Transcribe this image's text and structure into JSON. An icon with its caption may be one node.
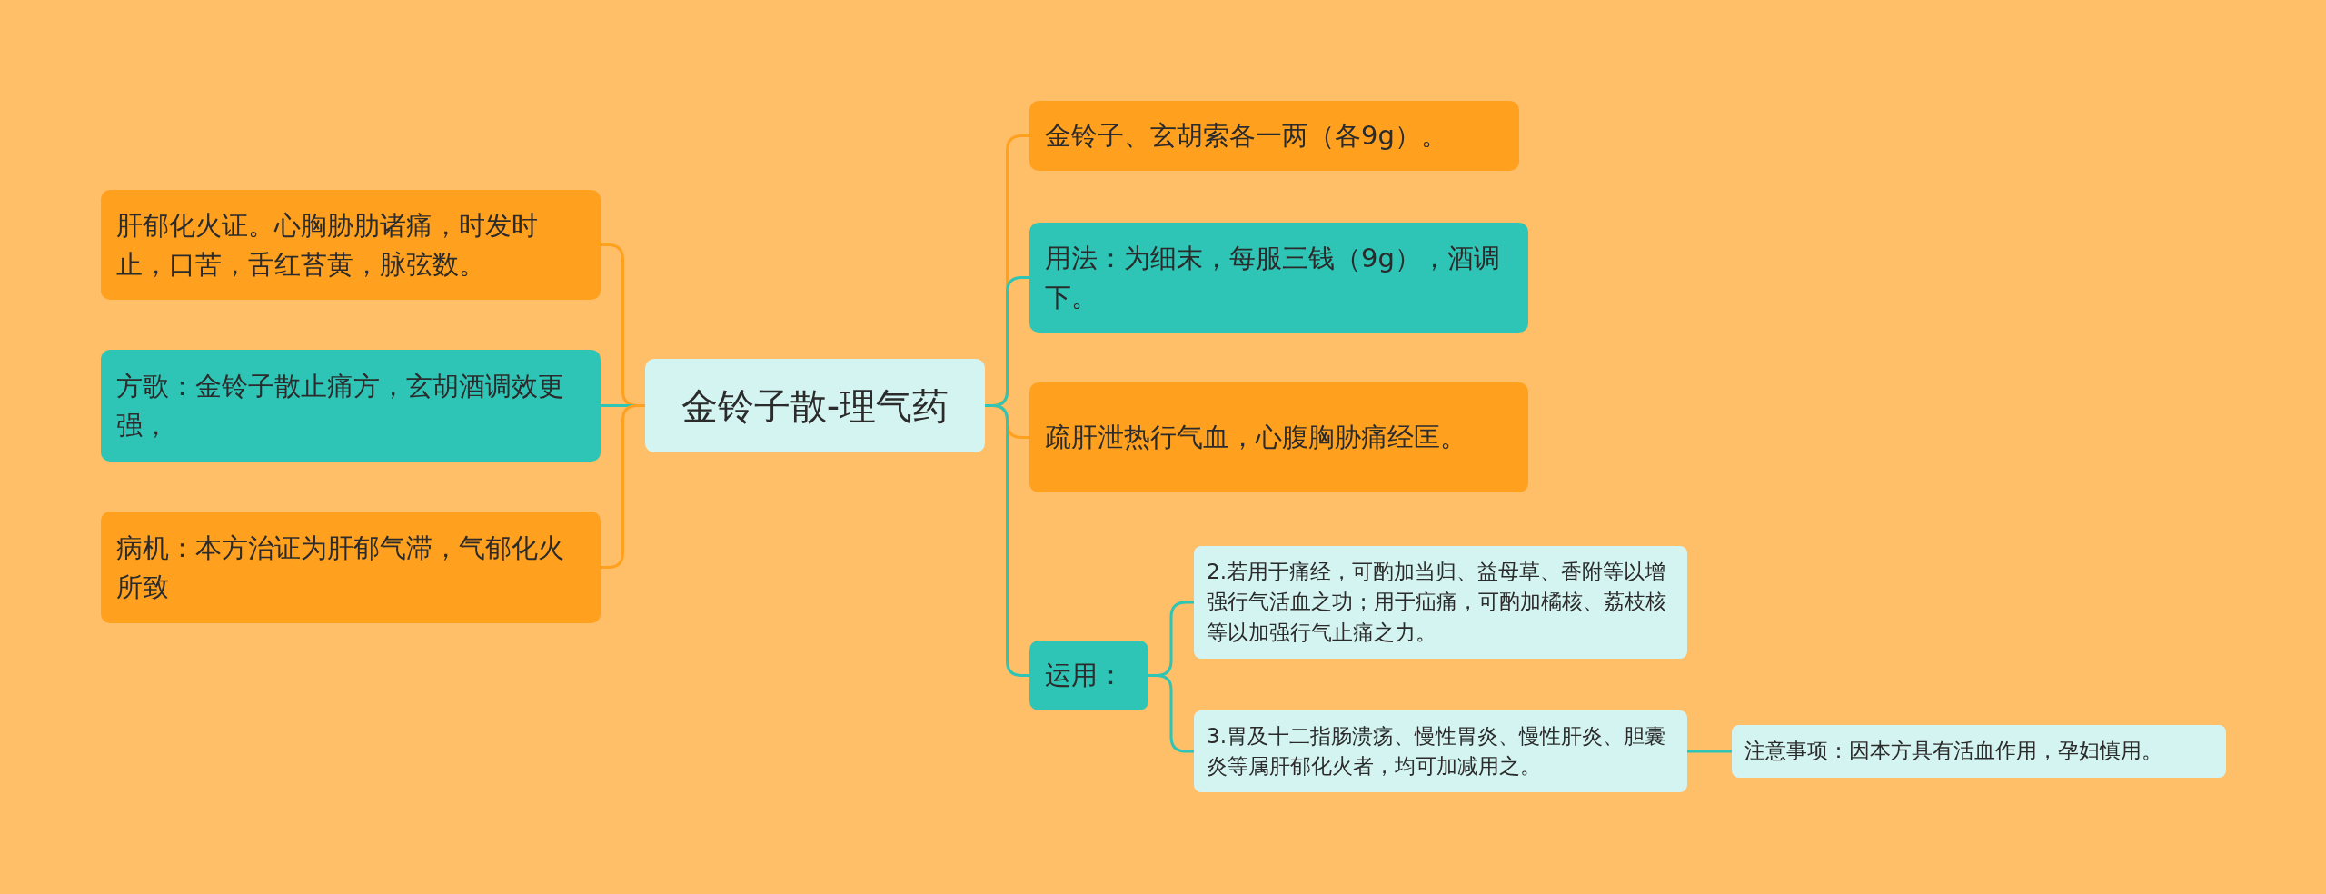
{
  "diagram": {
    "nodes": [
      {
        "text": [
          "金铃子散-理气药"
        ]
      },
      {
        "text": [
          "肝郁化火证。心胸胁肋诸痛，时发时止，口苦，舌红苔黄，脉弦数。"
        ]
      },
      {
        "text": [
          "方歌：金铃子散止痛方，玄胡酒调效更强，"
        ]
      },
      {
        "text": [
          "病机：本方治证为肝郁气滞，气郁化火所致"
        ]
      },
      {
        "text": [
          "金铃子、玄胡索各一两（各9g）。"
        ]
      },
      {
        "text": [
          "用法：为细末，每服三钱（9g），酒调下。"
        ]
      },
      {
        "text": [
          "疏肝泄热行气血，心腹胸胁痛经匡。"
        ]
      },
      {
        "text": [
          "运用："
        ]
      },
      {
        "text": [
          "2.若用于痛经，可酌加当归、益母草、香附等以增强行气活血之功；用于疝痛，可酌加橘核、荔枝核等以加强行气止痛之力。"
        ]
      },
      {
        "text": [
          "3.胃及十二指肠溃疡、慢性胃炎、慢性肝炎、胆囊炎等属肝郁化火者，均可加减用之。"
        ]
      },
      {
        "text": [
          "注意事项：因本方具有活血作用，孕妇慎用。"
        ]
      }
    ],
    "edges": [
      {
        "from": 0,
        "to": 1,
        "arrow": "none",
        "color": "#ffa11f"
      },
      {
        "from": 0,
        "to": 2,
        "arrow": "none"
      },
      {
        "from": 0,
        "to": 3,
        "arrow": "none",
        "color": "#ffa11f"
      },
      {
        "from": 0,
        "to": 4,
        "arrow": "none",
        "color": "#ffa11f"
      },
      {
        "from": 0,
        "to": 5,
        "arrow": "none"
      },
      {
        "from": 0,
        "to": 6,
        "arrow": "none",
        "color": "#ffa11f"
      },
      {
        "from": 0,
        "to": 7,
        "arrow": "none"
      },
      {
        "from": 7,
        "to": 8,
        "arrow": "none"
      },
      {
        "from": 7,
        "to": 9,
        "arrow": "none"
      },
      {
        "from": 9,
        "to": 10,
        "arrow": "none"
      }
    ]
  }
}
